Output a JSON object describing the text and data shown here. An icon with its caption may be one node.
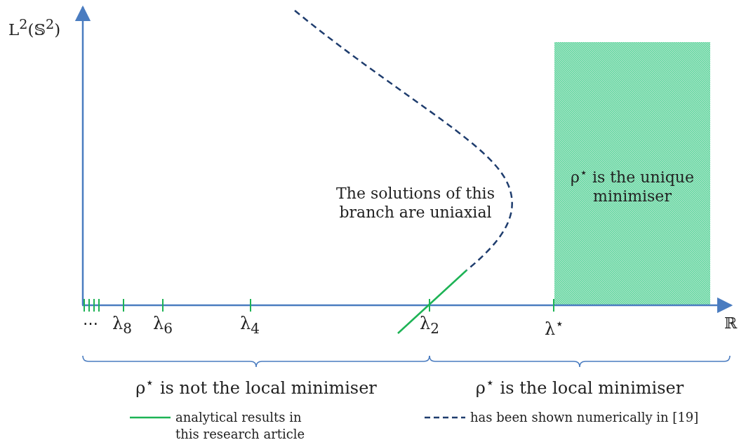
{
  "diagram": {
    "nodes": [
      {
        "text": [
          "ρ$^{⋆}$ is the unique minimiser"
        ]
      }
    ],
    "labels": [
      "L$^{2}$(𝕊$^{2}$)",
      "The solutions of this branch are uniaxial",
      "⋯",
      "λ$_{8}$",
      "λ$_{6}$",
      "λ$_{4}$",
      "λ$_{2}$",
      "λ$^{⋆}$",
      "ℝ",
      "ρ$^{⋆}$ is not the local minimiser",
      "ρ$^{⋆}$ is the local minimiser"
    ],
    "legend": [
      {
        "text": "analytical results in this research article"
      },
      {
        "text": "has been shown numerically in [19]"
      }
    ]
  }
}
